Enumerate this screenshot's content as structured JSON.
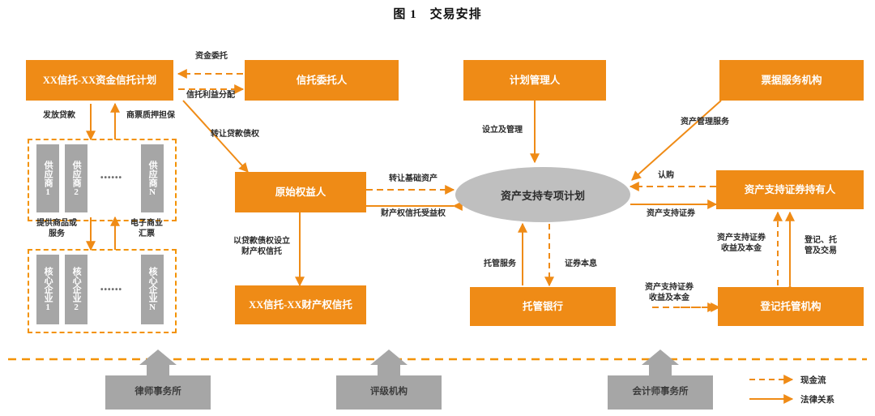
{
  "title": "图 1　交易安排",
  "colors": {
    "orange": "#EF8B16",
    "dash": "#F39200",
    "gray": "#A6A6A6",
    "ellipse_gray": "#BFBFBF"
  },
  "nodes": {
    "trust_plan": "XX信托-XX资金信托计划",
    "trustor": "信托委托人",
    "plan_manager": "计划管理人",
    "bill_service": "票据服务机构",
    "originator": "原始权益人",
    "special_plan": "资产支持专项计划",
    "abs_holder": "资产支持证券持有人",
    "property_trust": "XX信托-XX财产权信托",
    "custodian_bank": "托管银行",
    "registry": "登记托管机构"
  },
  "suppliers": {
    "box1": "供应商1",
    "box2": "供应商2",
    "boxN": "供应商N",
    "ellipsis": "••••••"
  },
  "core_firms": {
    "box1": "核心企业1",
    "box2": "核心企业2",
    "boxN": "核心企业N",
    "ellipsis": "••••••"
  },
  "edges": {
    "fund_entrust": "资金委托",
    "trust_benefit": "信托利益分配",
    "issue_loan": "发放贷款",
    "bill_pledge": "商票质押担保",
    "goods_service": "提供商品或\n服务",
    "e_bill": "电子商业\n汇票",
    "transfer_loan_claim": "转让贷款债权",
    "establish_property_trust": "以贷款债权设立\n财产权信托",
    "transfer_base_asset": "转让基础资产",
    "property_trust_right": "财产权信托受益权",
    "setup_manage": "设立及管理",
    "asset_mgmt_service": "资产管理服务",
    "subscribe": "认购",
    "abs_securities": "资产支持证券",
    "custody_service": "托管服务",
    "securities_principal_interest": "证券本息",
    "abs_income_principal_bank": "资产支持证券\n收益及本金",
    "abs_income_principal_holder": "资产支持证券\n收益及本金",
    "register_custody_trade": "登记、托\n管及交易"
  },
  "bottom_boxes": {
    "law_firm": "律师事务所",
    "rating_agency": "评级机构",
    "accounting_firm": "会计师事务所"
  },
  "legend": {
    "cash_flow": "现金流",
    "legal_relation": "法律关系"
  }
}
